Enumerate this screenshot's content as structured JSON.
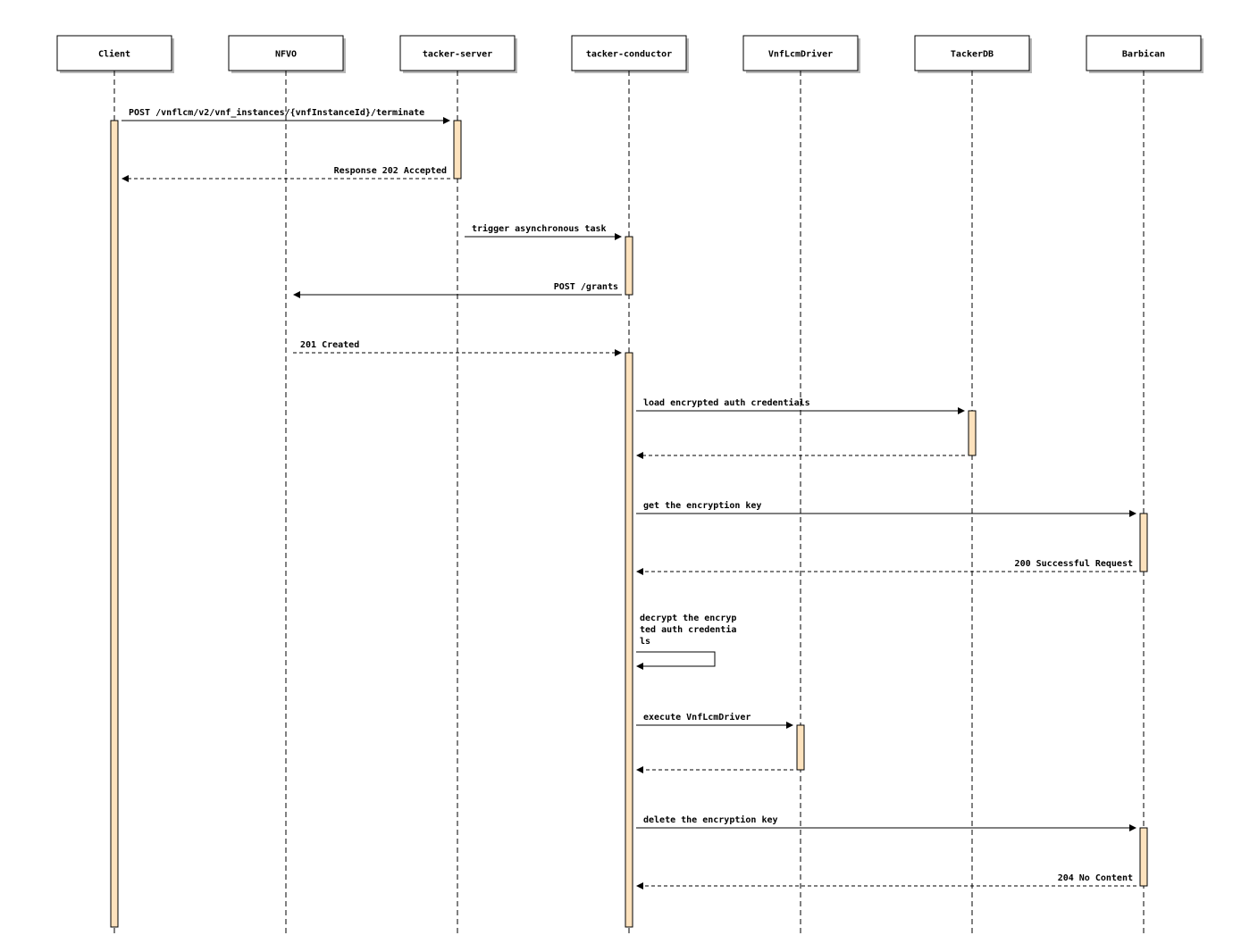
{
  "participants": [
    {
      "id": "client",
      "label": "Client"
    },
    {
      "id": "nfvo",
      "label": "NFVO"
    },
    {
      "id": "server",
      "label": "tacker-server"
    },
    {
      "id": "conductor",
      "label": "tacker-conductor"
    },
    {
      "id": "driver",
      "label": "VnfLcmDriver"
    },
    {
      "id": "db",
      "label": "TackerDB"
    },
    {
      "id": "barbican",
      "label": "Barbican"
    }
  ],
  "messages": [
    {
      "from": "client",
      "to": "server",
      "label": "POST /vnflcm/v2/vnf_instances/{vnfInstanceId}/terminate",
      "style": "solid"
    },
    {
      "from": "server",
      "to": "client",
      "label": "Response 202 Accepted",
      "style": "dashed"
    },
    {
      "from": "server",
      "to": "conductor",
      "label": "trigger asynchronous task",
      "style": "solid"
    },
    {
      "from": "conductor",
      "to": "nfvo",
      "label": "POST /grants",
      "style": "solid"
    },
    {
      "from": "nfvo",
      "to": "conductor",
      "label": "201 Created",
      "style": "dashed"
    },
    {
      "from": "conductor",
      "to": "db",
      "label": "load encrypted auth credentials",
      "style": "solid"
    },
    {
      "from": "db",
      "to": "conductor",
      "label": "",
      "style": "dashed"
    },
    {
      "from": "conductor",
      "to": "barbican",
      "label": "get the encryption key",
      "style": "solid"
    },
    {
      "from": "barbican",
      "to": "conductor",
      "label": "200 Successful Request",
      "style": "dashed"
    },
    {
      "from": "conductor",
      "to": "conductor",
      "label": [
        "decrypt the encryp",
        "ted auth credentia",
        "ls"
      ],
      "style": "self"
    },
    {
      "from": "conductor",
      "to": "driver",
      "label": "execute VnfLcmDriver",
      "style": "solid"
    },
    {
      "from": "driver",
      "to": "conductor",
      "label": "",
      "style": "dashed"
    },
    {
      "from": "conductor",
      "to": "barbican",
      "label": "delete the encryption key",
      "style": "solid"
    },
    {
      "from": "barbican",
      "to": "conductor",
      "label": "204 No Content",
      "style": "dashed"
    }
  ]
}
